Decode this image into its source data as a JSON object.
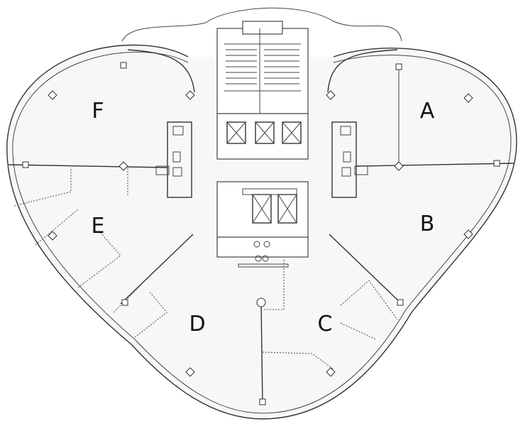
{
  "zones": [
    {
      "id": "A",
      "label": "A"
    },
    {
      "id": "B",
      "label": "B"
    },
    {
      "id": "C",
      "label": "C"
    },
    {
      "id": "D",
      "label": "D"
    },
    {
      "id": "E",
      "label": "E"
    },
    {
      "id": "F",
      "label": "F"
    }
  ]
}
